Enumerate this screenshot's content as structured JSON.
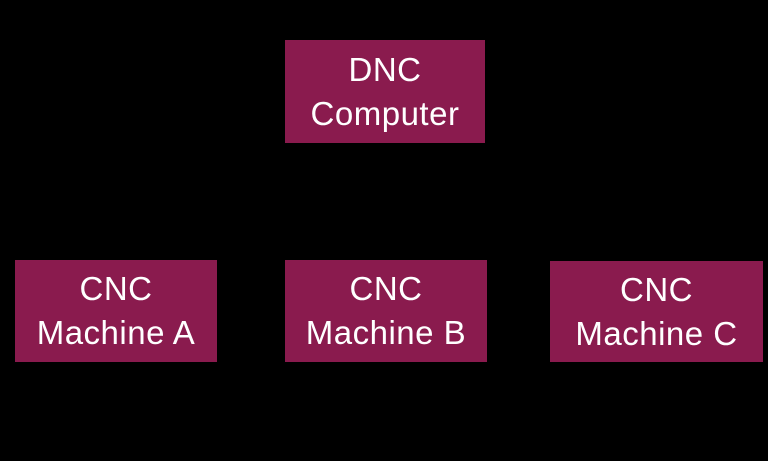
{
  "theme": {
    "background_color": "#000000",
    "box_color": "#8A1B4E",
    "text_color": "#FFFFFF"
  },
  "diagram": {
    "type": "network-topology",
    "nodes": [
      {
        "id": "dnc-computer",
        "line1": "DNC",
        "line2": "Computer"
      },
      {
        "id": "cnc-machine-a",
        "line1": "CNC",
        "line2": "Machine A"
      },
      {
        "id": "cnc-machine-b",
        "line1": "CNC",
        "line2": "Machine B"
      },
      {
        "id": "cnc-machine-c",
        "line1": "CNC",
        "line2": "Machine C"
      }
    ]
  }
}
